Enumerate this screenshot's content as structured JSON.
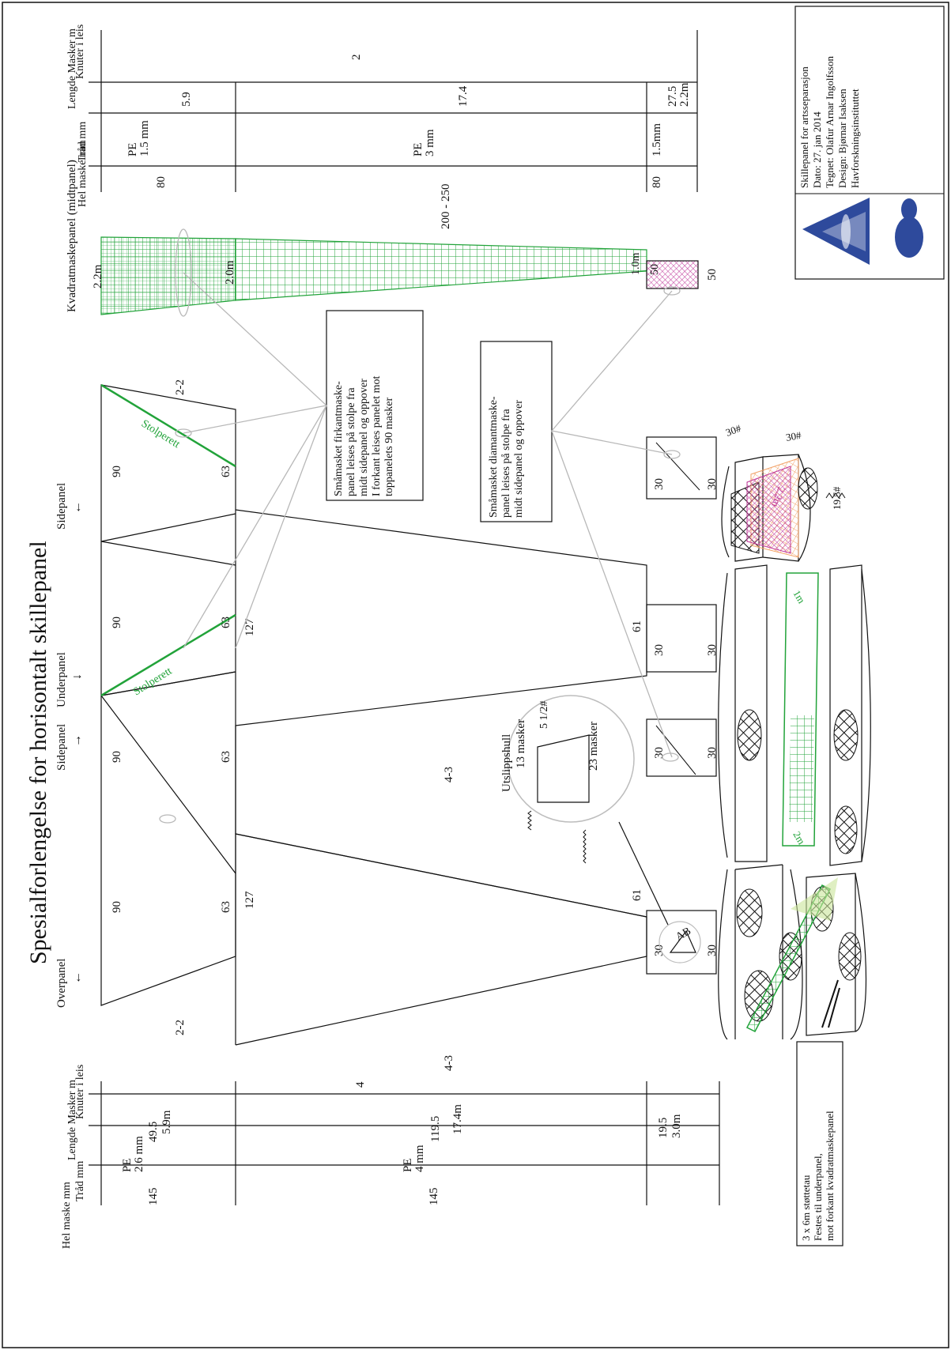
{
  "title": "Spesialforlengelse for horisontalt skillepanel",
  "colors": {
    "green": "#22a33a",
    "magenta": "#c0399a",
    "gray": "#b8b8b8",
    "blue": "#2e4a9c",
    "peach": "#f2a36a"
  },
  "panels": {
    "overpanel": "Overpanel",
    "sidepanel1": "Sidepanel",
    "underpanel": "Underpanel",
    "sidepanel2": "Sidepanel",
    "arrow_up": "←",
    "arrow_right": "→",
    "arrow_down": "↓"
  },
  "table_headers": {
    "hel_maske_mm": "Hel maske mm",
    "trad_mm": "Tråd mm",
    "lengde_masker_m": "Lengde Masker m",
    "knuter_i_leis": "Knuter i leis"
  },
  "left_table": {
    "row1": {
      "hel": "145",
      "trad_type": "PE",
      "trad": "2.6 mm",
      "masker": "49.5",
      "lengde": "5.9m"
    },
    "row2": {
      "hel": "145",
      "trad_type": "PE",
      "trad": "4 mm",
      "masker": "119.5",
      "lengde": "17.4m"
    },
    "row3": {
      "masker": "19.5",
      "lengde": "3.0m"
    },
    "knuter": "4"
  },
  "right_table": {
    "row1": {
      "hel": "80",
      "trad_type": "PE",
      "trad": "1.5 mm",
      "masker": "5.9"
    },
    "row2": {
      "hel": "200 - 250",
      "trad_type": "PE",
      "trad": "3 mm",
      "masker": "17.4"
    },
    "row3": {
      "hel": "80",
      "trad": "1.5mm",
      "masker": "27.5",
      "lengde": "2.2m"
    },
    "knuter": "2"
  },
  "diagram_numbers": {
    "top_90": "90",
    "top_63": "63",
    "mid_127": "127",
    "bot_61": "61",
    "ext_30": "30",
    "cut_2_2": "2-2",
    "cut_4_3": "4-3",
    "stolperett": "Stolperett"
  },
  "kvadrat": {
    "title": "Kvadratmaskepanel (midtpanel)",
    "l1": "2.2m",
    "l2": "2.0m",
    "l3": "1.0m",
    "n1": "50",
    "n2": "50"
  },
  "notes": {
    "firkant": [
      "Småmasket firkantmaske-",
      "panel leises på stolpe fra",
      "midt sidepanel og oppover",
      "I forkant leises panelet mot",
      "toppanelets 90 masker"
    ],
    "diamant": [
      "Småmasket diamantmaske-",
      "panel leises på stolpe fra",
      "midt sidepanel og oppover"
    ],
    "stottetau": [
      "3 x 6m støttetau",
      "Festes til underpanel,",
      "mot forkant kvadratmaskepanel"
    ]
  },
  "utslipp": {
    "title": "Utslippshull",
    "m13": "13 masker",
    "m23": "23 masker",
    "size": "5 1/2#",
    "ab": "AB"
  },
  "sketch_labels": {
    "s30a": "30#",
    "s30b": "30#",
    "s195": "19.5#",
    "m22": "2.2m",
    "m1": "1m",
    "m2": "2m"
  },
  "info_box": [
    "Skillepanel for artsseparasjon",
    "Dato: 27. jan 2014",
    "Tegnet: Olafur Arnar Ingolfsson",
    "Design: Bjørnar Isaksen",
    "Havforskningsinstituttet"
  ]
}
